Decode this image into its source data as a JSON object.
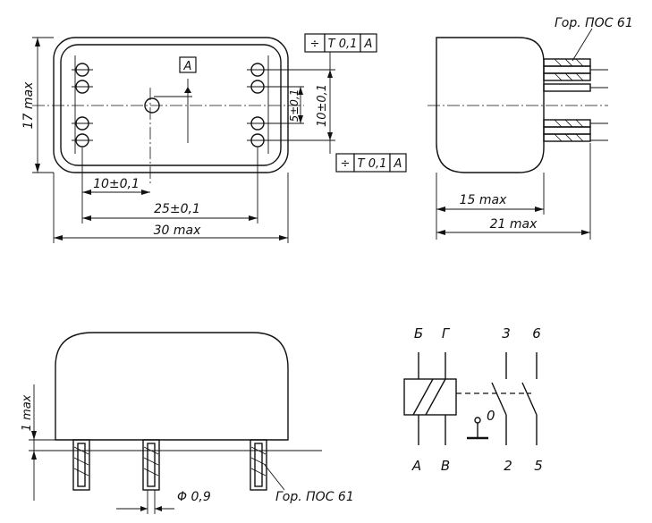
{
  "top_view": {
    "dim_width": "30 max",
    "dim_pitch": "25±0,1",
    "dim_center": "10±0,1",
    "dim_height": "17 max",
    "dim_row_small": "5±0,1",
    "dim_row_large": "10±0,1",
    "datum": "A",
    "tolerance_top": {
      "symbol": "÷",
      "value": "T 0,1",
      "datum": "A"
    },
    "tolerance_bottom": {
      "symbol": "÷",
      "value": "T 0,1",
      "datum": "A"
    }
  },
  "side_view": {
    "dim_body": "15 max",
    "dim_total": "21 max",
    "solder_label": "Гор. ПОС 61"
  },
  "front_view": {
    "dim_gap": "1 max",
    "dim_diameter": "Φ 0,9",
    "solder_label": "Гор. ПОС 61"
  },
  "schematic": {
    "coil_top_left": "Б",
    "coil_top_right": "Г",
    "coil_bottom_left": "А",
    "coil_bottom_right": "В",
    "contact_top_left": "3",
    "contact_top_right": "6",
    "contact_bottom_left": "2",
    "contact_bottom_right": "5",
    "ground": "0"
  }
}
